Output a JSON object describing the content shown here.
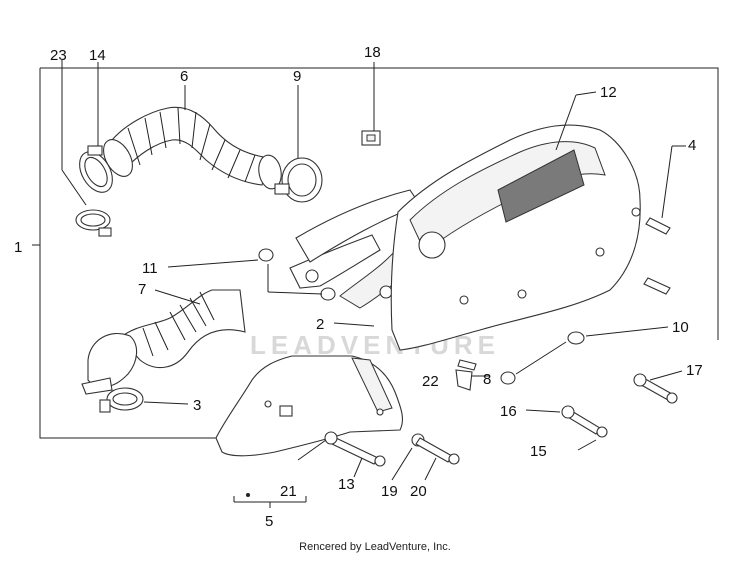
{
  "diagram": {
    "watermark": "LEADVENTURE",
    "footer": "Rencered by LeadVenture, Inc.",
    "callouts": {
      "c1": "1",
      "c2": "2",
      "c3": "3",
      "c4": "4",
      "c5": "5",
      "c6": "6",
      "c7": "7",
      "c8": "8",
      "c9": "9",
      "c10": "10",
      "c11": "11",
      "c12": "12",
      "c13": "13",
      "c14": "14",
      "c15": "15",
      "c16": "16",
      "c17": "17",
      "c18": "18",
      "c19": "19",
      "c20": "20",
      "c21": "21",
      "c22": "22",
      "c23": "23"
    }
  }
}
